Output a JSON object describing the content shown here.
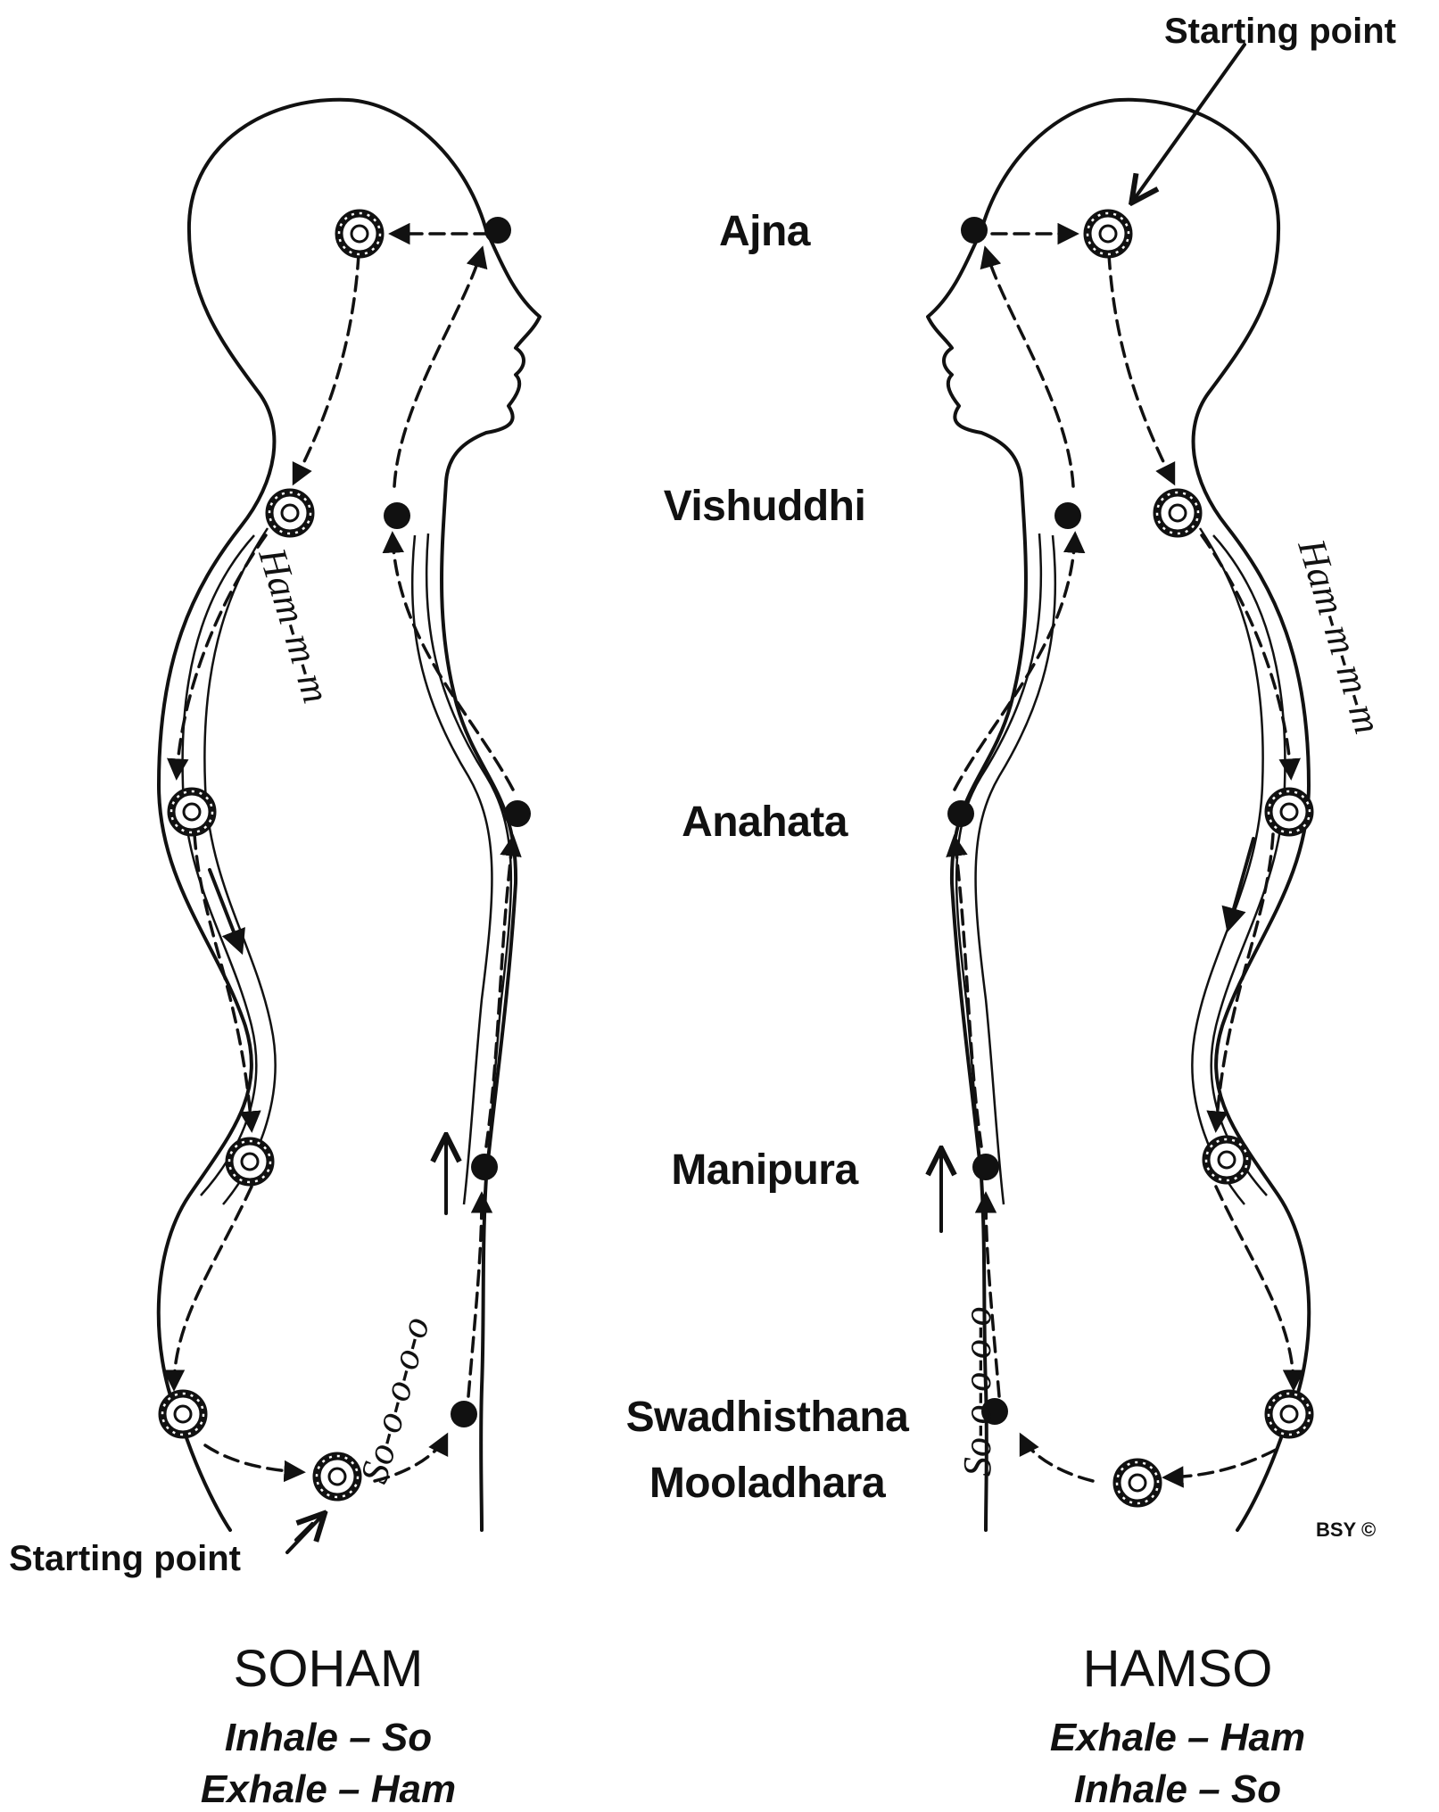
{
  "chakras": {
    "ajna": "Ajna",
    "vishuddhi": "Vishuddhi",
    "anahata": "Anahata",
    "manipura": "Manipura",
    "swadhisthana": "Swadhisthana",
    "mooladhara": "Mooladhara"
  },
  "left": {
    "title": "SOHAM",
    "line1": "Inhale – So",
    "line2": "Exhale – Ham",
    "starting_point": "Starting point",
    "mantra_down": "Ham-m-m",
    "mantra_up": "So-o-o-o-o"
  },
  "right": {
    "title": "HAMSO",
    "line1": "Exhale – Ham",
    "line2": "Inhale – So",
    "starting_point": "Starting point",
    "mantra_down": "Ham-m-m-m",
    "mantra_up": "So-o-o-o-o"
  },
  "copyright": "BSY ©"
}
